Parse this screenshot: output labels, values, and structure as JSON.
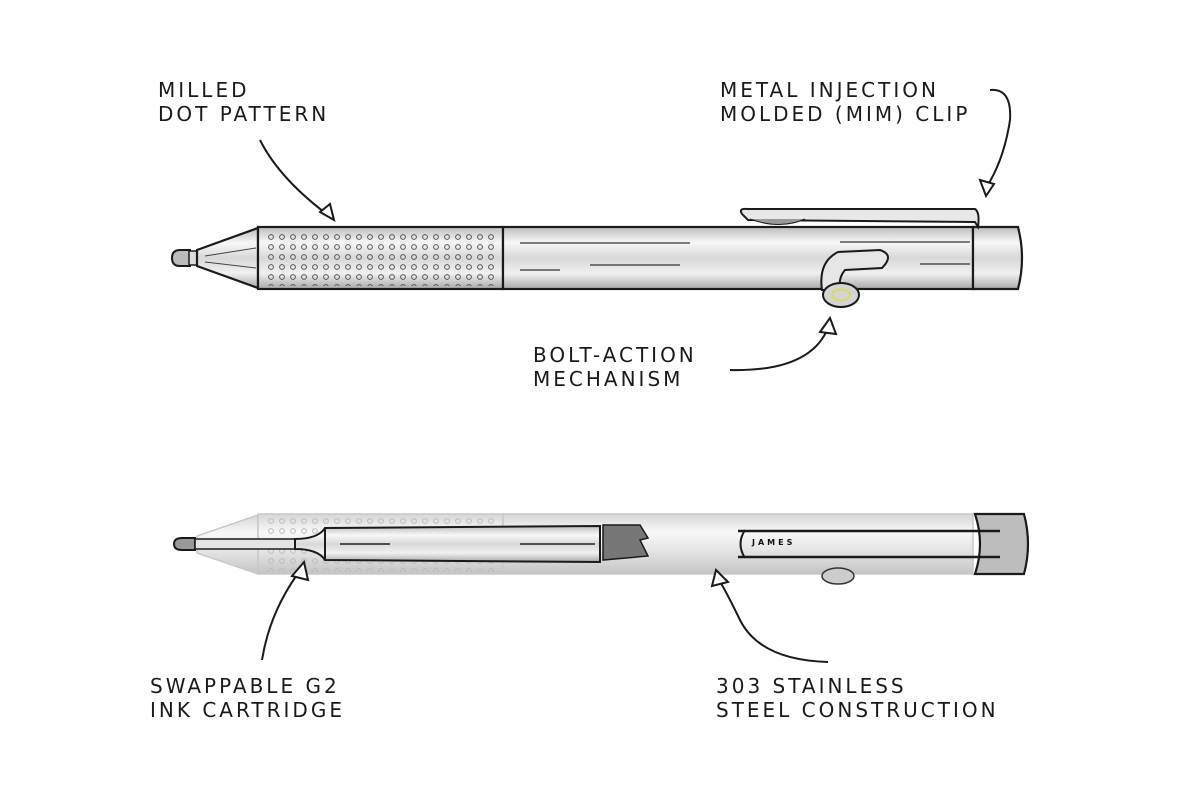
{
  "diagram": {
    "subject": "Bolt-action pen feature callouts",
    "callouts": [
      {
        "id": "dot-pattern",
        "lines": [
          "MILLED",
          "DOT PATTERN"
        ]
      },
      {
        "id": "mim-clip",
        "lines": [
          "METAL INJECTION",
          "MOLDED (MIM) CLIP"
        ]
      },
      {
        "id": "bolt-action",
        "lines": [
          "BOLT-ACTION",
          "MECHANISM"
        ]
      },
      {
        "id": "ink-cartridge",
        "lines": [
          "SWAPPABLE G2",
          "INK CARTRIDGE"
        ]
      },
      {
        "id": "steel",
        "lines": [
          "303 STAINLESS",
          "STEEL CONSTRUCTION"
        ]
      }
    ],
    "brand_mark": "JAMES",
    "colors": {
      "ink": "#1a1a1a",
      "metal_light": "#f2f2f2",
      "metal_mid": "#cfcfcf",
      "metal_dark": "#8a8a8a",
      "accent": "#d9d96a"
    }
  }
}
